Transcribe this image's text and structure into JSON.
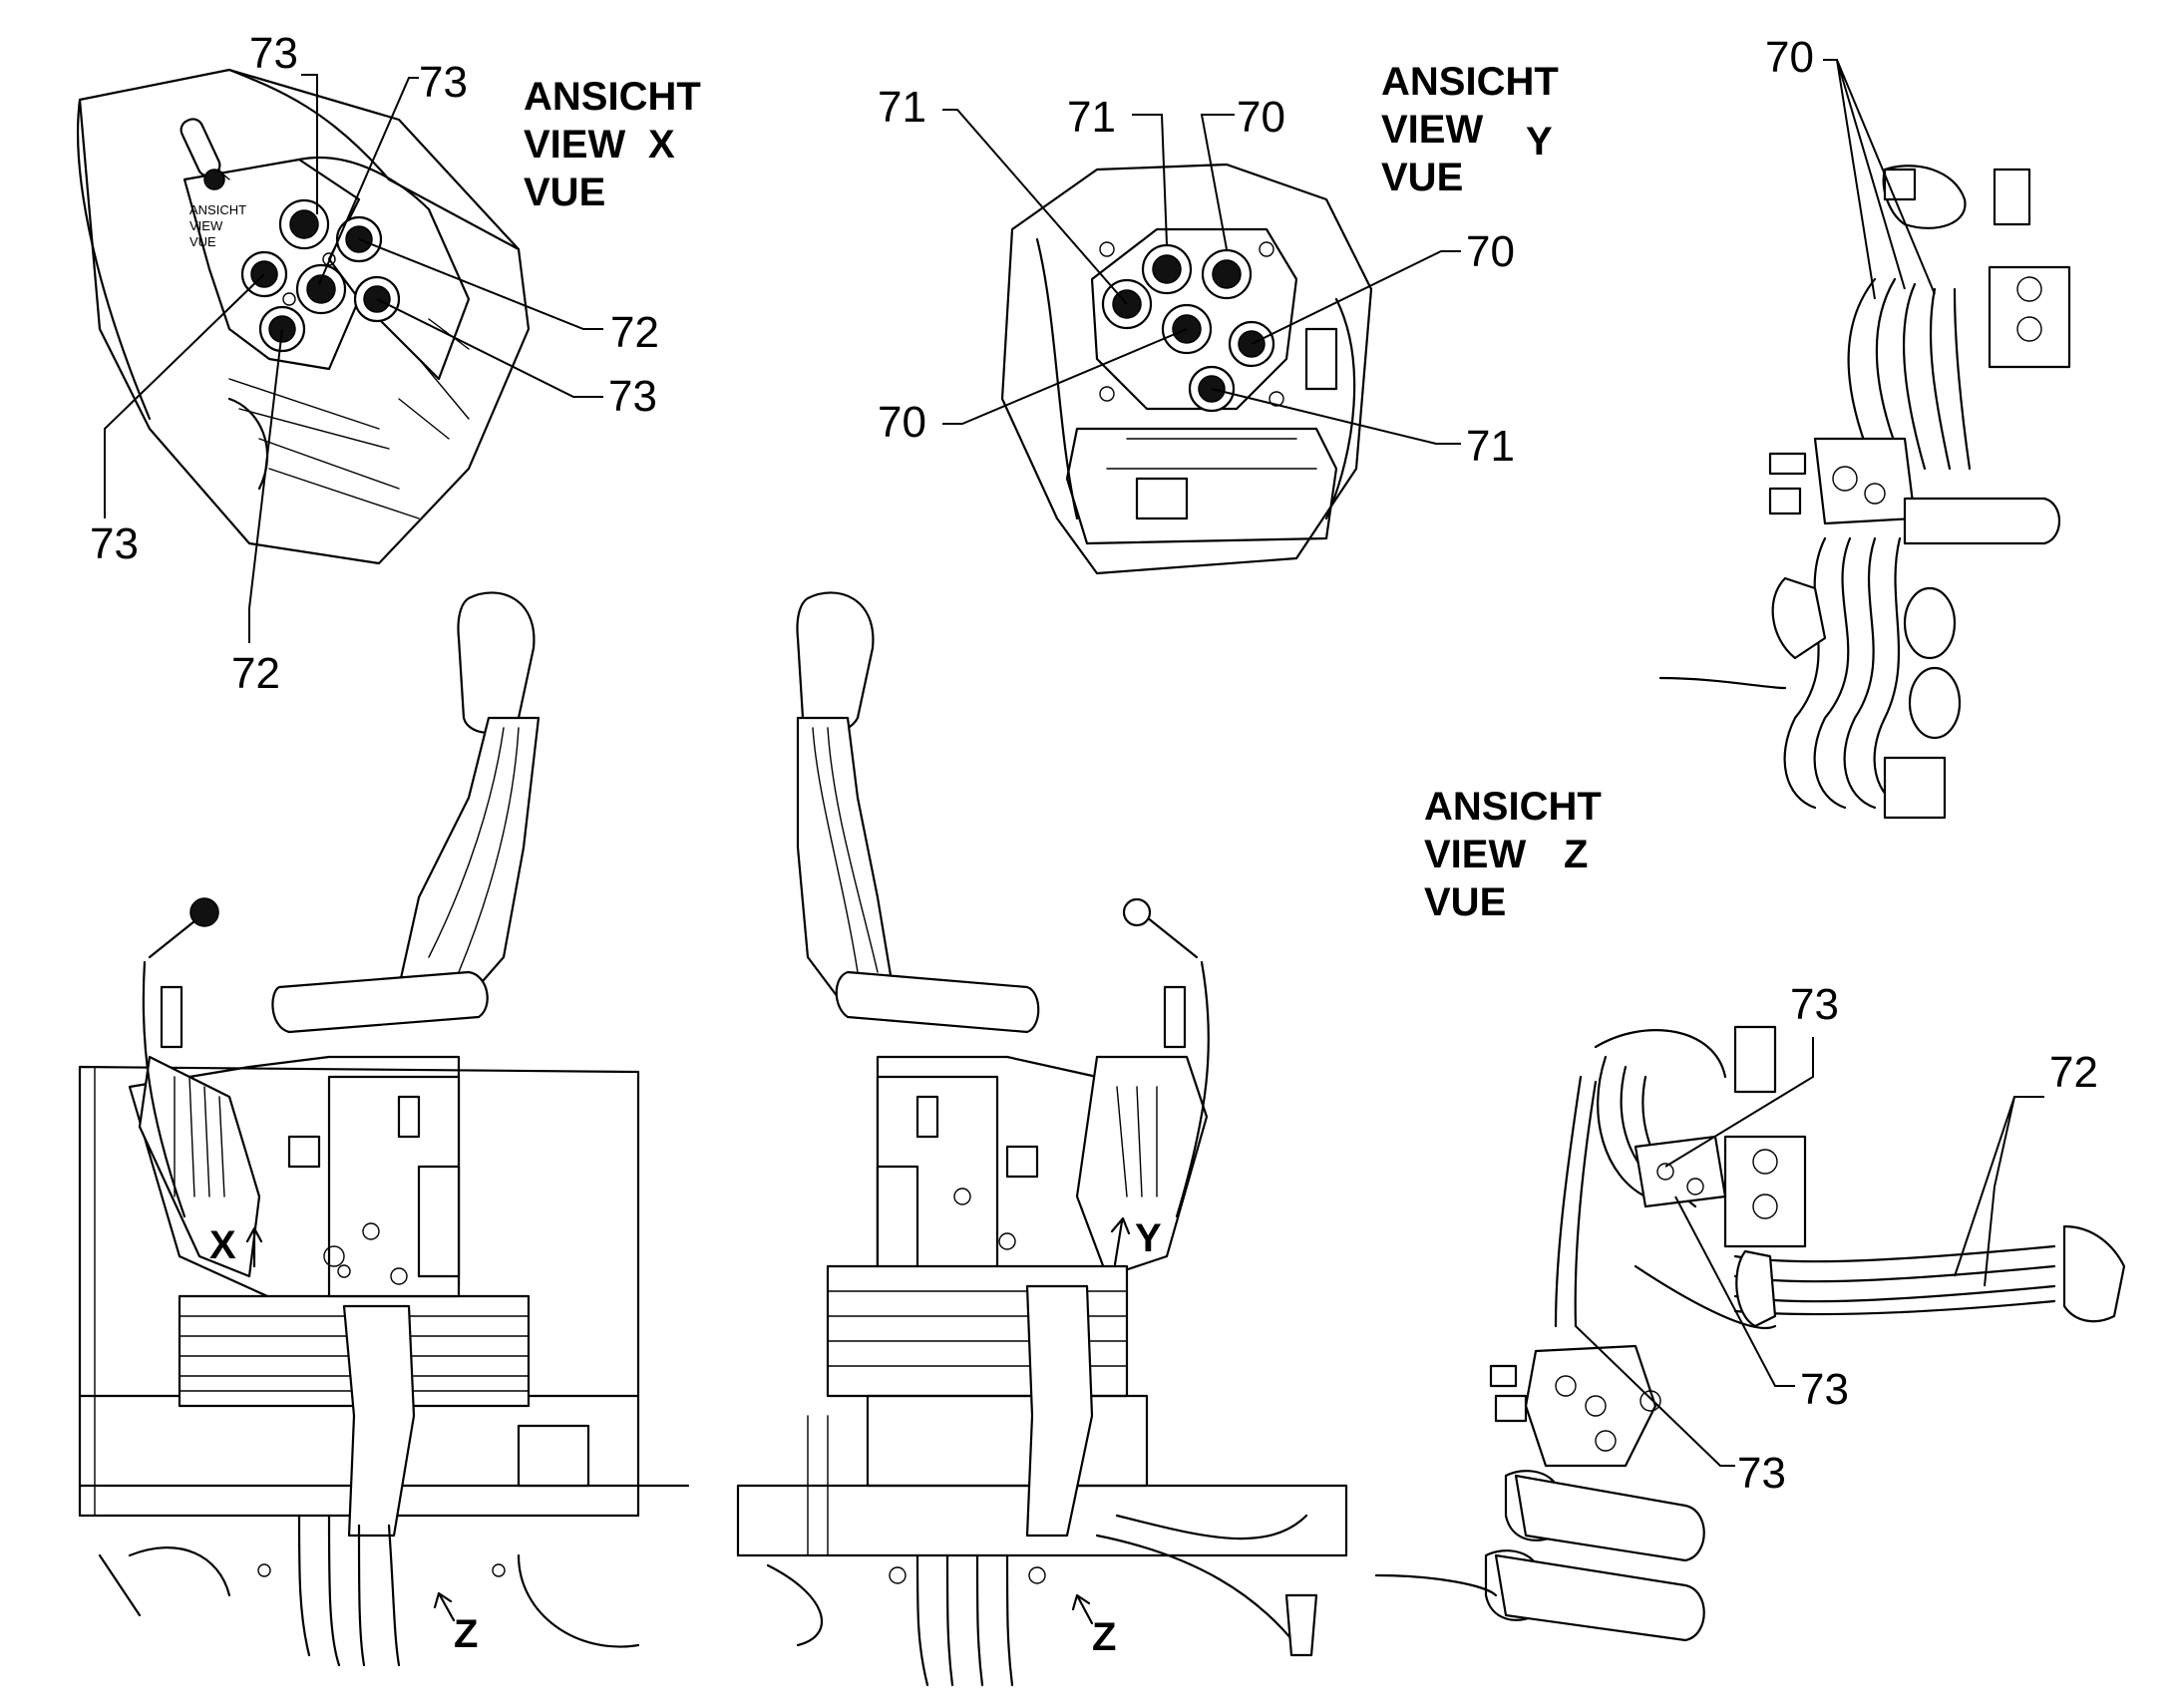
{
  "views": {
    "x": {
      "line1": "ANSICHT",
      "line2": "VIEW",
      "letter": "X",
      "line3": "VUE",
      "inset_l1": "ANSICHT",
      "inset_l2": "VIEW",
      "inset_l3": "VUE"
    },
    "y": {
      "line1": "ANSICHT",
      "line2": "VIEW",
      "letter": "Y",
      "line3": "VUE"
    },
    "z": {
      "line1": "ANSICHT",
      "line2": "VIEW",
      "letter": "Z",
      "line3": "VUE"
    }
  },
  "callouts": {
    "x_top_left_73": "73",
    "x_top_right_73": "73",
    "x_right_72": "72",
    "x_right_73": "73",
    "x_left_73": "73",
    "x_bottom_72": "72",
    "y_top_left_71": "71",
    "y_top_mid_71": "71",
    "y_top_mid_70": "70",
    "y_right_70": "70",
    "y_left_70": "70",
    "y_right_71": "71",
    "z_top_70": "70",
    "z_mid_73": "73",
    "z_mid_72": "72",
    "z_low_73": "73",
    "z_bottom_73": "73"
  },
  "view_markers": {
    "x": "X",
    "y": "Y",
    "z_left": "Z",
    "z_right": "Z"
  }
}
